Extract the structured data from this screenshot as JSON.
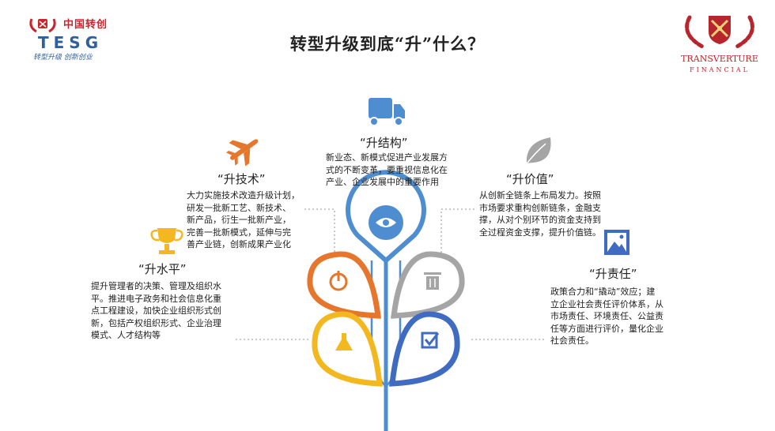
{
  "header": {
    "title": "转型升级到底“升”什么？",
    "left_logo": {
      "brand_cn": "中国转创",
      "brand_en": "TESG",
      "slogan": "转型升级 创新创业"
    },
    "right_logo": {
      "name": "TRANSVERTURE",
      "sub": "FINANCIAL"
    }
  },
  "items": {
    "structure": {
      "title": "“升结构”",
      "desc": [
        "新业态、新模式促进产业发展方",
        "式的不断变革，要重视信息化在",
        "产业、企业发展中的重要作用"
      ],
      "icon": "truck-icon"
    },
    "tech": {
      "title": "“升技术”",
      "desc": [
        "大力实施技术改造升级计划，",
        "研发一批新工艺、新技术、",
        "新产品，衍生一批新产业，",
        "完善一批新模式，延伸与完",
        "善产业链，创新成果产业化"
      ],
      "icon": "airplane-icon"
    },
    "value": {
      "title": "“升价值”",
      "desc": [
        "从创新全链条上布局发力。按照",
        "市场要求重构创新链条，金融支",
        "撑，从对个别环节的资金支持到",
        "全过程资金支撑，提升价值链。"
      ],
      "icon": "leaf-icon"
    },
    "level": {
      "title": "“升水平”",
      "desc": [
        "提升管理者的决策、管理及组织水",
        "平。推进电子政务和社会信息化重",
        "点工程建设，加快企业组织形式创",
        "新，包括产权组织形式、企业治理",
        "模式、人才结构等"
      ],
      "icon": "trophy-icon"
    },
    "responsibility": {
      "title": "“升责任”",
      "desc": [
        "政策合力和“撬动”效应；建",
        "立企业社会责任评价体系，从",
        "市场责任、环境责任、公益责",
        "任等方面进行评价，量化企业",
        "社会责任。"
      ],
      "icon": "picture-icon"
    }
  },
  "colors": {
    "blue": "#4e8ed0",
    "orange": "#e5762c",
    "gray": "#a5a5a5",
    "yellow": "#f3b81f",
    "navy": "#3f6cc0",
    "title": "#222222"
  }
}
